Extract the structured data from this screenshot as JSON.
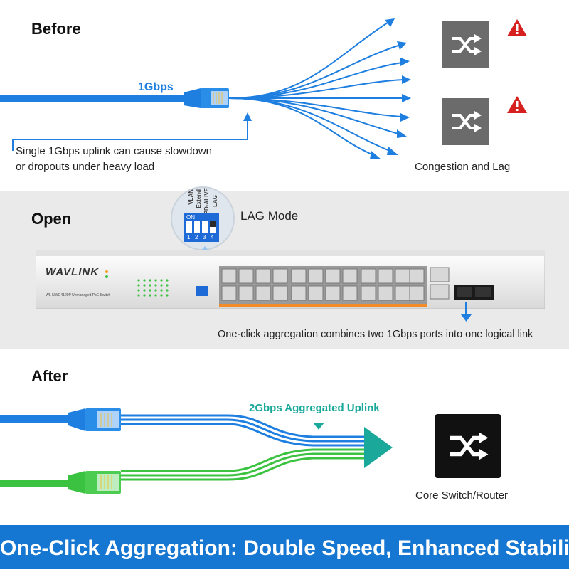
{
  "before": {
    "title": "Before",
    "cable_speed": "1Gbps",
    "caption_line1": "Single 1Gbps uplink can cause slowdown",
    "caption_line2": "or dropouts under heavy load",
    "result": "Congestion and Lag"
  },
  "open": {
    "title": "Open",
    "dip_title": "LAG Mode",
    "dip_labels": [
      "VLAN",
      "Extend",
      "PD-ALIVE",
      "LAG"
    ],
    "dip_on": "ON",
    "dip_numbers": [
      "1",
      "2",
      "3",
      "4"
    ],
    "brand": "WAVLINK",
    "model": "WL-NWG4120P Unmanaged PoE Switch",
    "caption": "One-click aggregation combines two 1Gbps ports into one logical link"
  },
  "after": {
    "title": "After",
    "uplink_label": "2Gbps Aggregated Uplink",
    "core_label": "Core Switch/Router"
  },
  "footer": {
    "text": "One-Click Aggregation: Double Speed, Enhanced Stability"
  },
  "colors": {
    "blue": "#1e7fe0",
    "green": "#3cc241",
    "teal": "#1aa89a",
    "warning": "#d62020",
    "footer": "#1677d2"
  }
}
